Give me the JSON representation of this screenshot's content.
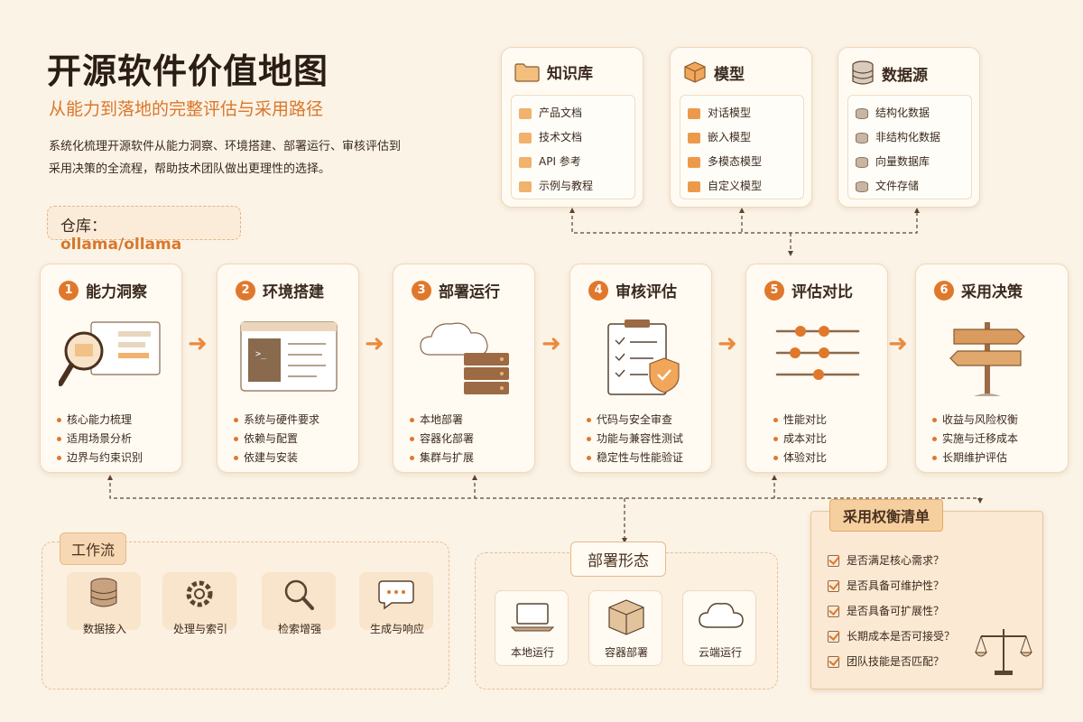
{
  "header": {
    "title": "开源软件价值地图",
    "subtitle": "从能力到落地的完整评估与采用路径",
    "description": "系统化梳理开源软件从能力洞察、环境搭建、部署运行、审核评估到采用决策的全流程，帮助技术团队做出更理性的选择。",
    "repo_label": "仓库：",
    "repo_value": "ollama/ollama"
  },
  "resources": [
    {
      "title": "知识库",
      "icon": "folder-icon",
      "items": [
        "产品文档",
        "技术文档",
        "API 参考",
        "示例与教程"
      ]
    },
    {
      "title": "模型",
      "icon": "cube-icon",
      "items": [
        "对话模型",
        "嵌入模型",
        "多模态模型",
        "自定义模型"
      ]
    },
    {
      "title": "数据源",
      "icon": "database-icon",
      "items": [
        "结构化数据",
        "非结构化数据",
        "向量数据库",
        "文件存储"
      ]
    }
  ],
  "steps": [
    {
      "num": "1",
      "title": "能力洞察",
      "icon": "magnifier-icon",
      "items": [
        "核心能力梳理",
        "适用场景分析",
        "边界与约束识别"
      ]
    },
    {
      "num": "2",
      "title": "环境搭建",
      "icon": "terminal-window-icon",
      "items": [
        "系统与硬件要求",
        "依赖与配置",
        "依建与安装"
      ]
    },
    {
      "num": "3",
      "title": "部署运行",
      "icon": "cloud-server-icon",
      "items": [
        "本地部署",
        "容器化部署",
        "集群与扩展"
      ]
    },
    {
      "num": "4",
      "title": "审核评估",
      "icon": "clipboard-shield-icon",
      "items": [
        "代码与安全审查",
        "功能与兼容性测试",
        "稳定性与性能验证"
      ]
    },
    {
      "num": "5",
      "title": "评估对比",
      "icon": "sliders-icon",
      "items": [
        "性能对比",
        "成本对比",
        "体验对比"
      ]
    },
    {
      "num": "6",
      "title": "采用决策",
      "icon": "signpost-icon",
      "items": [
        "收益与风险权衡",
        "实施与迁移成本",
        "长期维护评估"
      ]
    }
  ],
  "workflow": {
    "title": "工作流",
    "items": [
      {
        "label": "数据接入",
        "icon": "database-icon"
      },
      {
        "label": "处理与索引",
        "icon": "gear-icon"
      },
      {
        "label": "检索增强",
        "icon": "search-icon"
      },
      {
        "label": "生成与响应",
        "icon": "chat-bubble-icon"
      }
    ]
  },
  "deployment": {
    "title": "部署形态",
    "items": [
      {
        "label": "本地运行",
        "icon": "laptop-icon"
      },
      {
        "label": "容器部署",
        "icon": "container-icon"
      },
      {
        "label": "云端运行",
        "icon": "cloud-icon"
      }
    ]
  },
  "checklist": {
    "title": "采用权衡清单",
    "items": [
      "是否满足核心需求？",
      "是否具备可维护性？",
      "是否具备可扩展性？",
      "长期成本是否可接受？",
      "团队技能是否匹配？"
    ]
  },
  "colors": {
    "accent": "#e0782c",
    "background": "#fbf3e6",
    "card": "#fffaf2"
  }
}
